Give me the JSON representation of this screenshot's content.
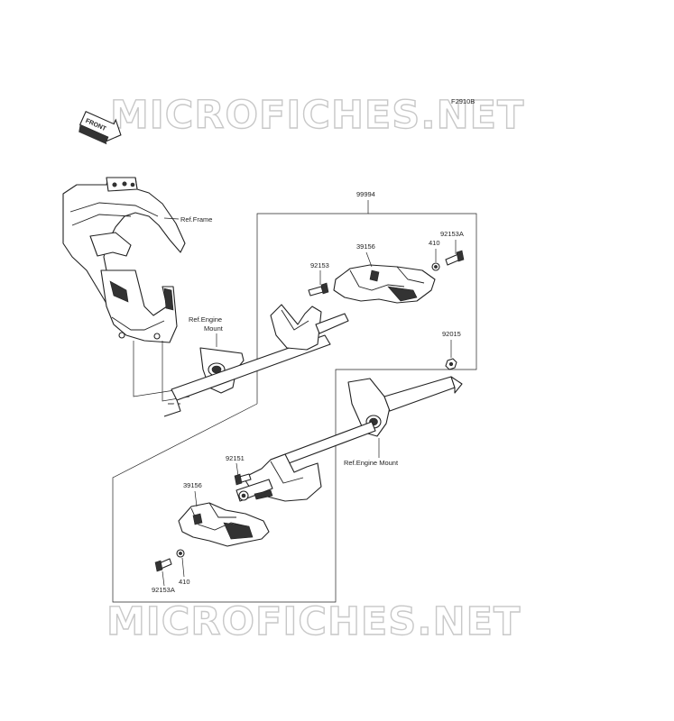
{
  "watermark": "MICROFICHES.NET",
  "figure_code": "F2910B",
  "front_label": "FRONT",
  "labels": {
    "assembly": "99994",
    "ref_frame": "Ref.Frame",
    "ref_engine_mount_1": "Ref.Engine",
    "ref_engine_mount_2": "Mount",
    "ref_engine_mount_right": "Ref.Engine Mount",
    "slider_upper": "39156",
    "slider_lower": "39156",
    "washer_upper": "410",
    "washer_lower": "410",
    "bolt_upper_end": "92153A",
    "bolt_lower_end": "92153A",
    "bolt_upper_mid": "92153",
    "bolt_lower_mid": "92151",
    "nut": "92015"
  }
}
